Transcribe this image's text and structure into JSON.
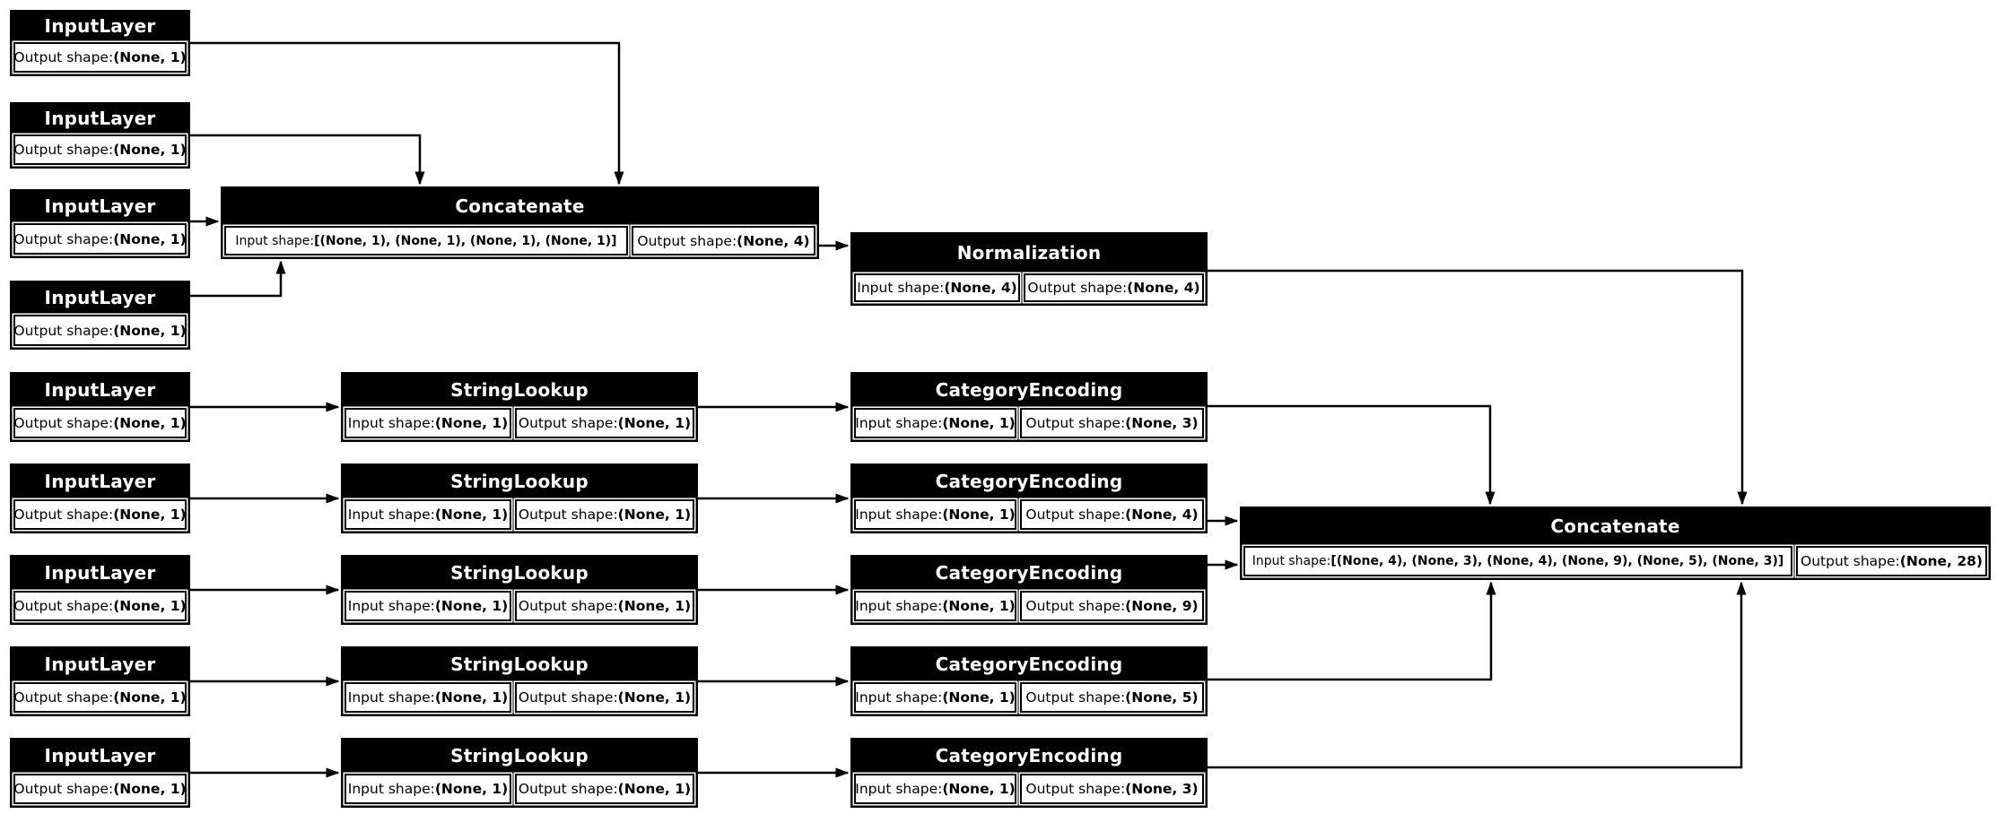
{
  "labels": {
    "input_prefix": "Input shape: ",
    "output_prefix": "Output shape: "
  },
  "diagram": {
    "nodes": [
      {
        "id": "input_1",
        "layer_type": "InputLayer",
        "output_shape": "(None, 1)"
      },
      {
        "id": "input_2",
        "layer_type": "InputLayer",
        "output_shape": "(None, 1)"
      },
      {
        "id": "input_3",
        "layer_type": "InputLayer",
        "output_shape": "(None, 1)"
      },
      {
        "id": "concatenate",
        "layer_type": "Concatenate",
        "input_shape": "[(None, 1), (None, 1), (None, 1), (None, 1)]",
        "output_shape": "(None, 4)"
      },
      {
        "id": "input_4",
        "layer_type": "InputLayer",
        "output_shape": "(None, 1)"
      },
      {
        "id": "normalization",
        "layer_type": "Normalization",
        "input_shape": "(None, 4)",
        "output_shape": "(None, 4)"
      },
      {
        "id": "input_5",
        "layer_type": "InputLayer",
        "output_shape": "(None, 1)"
      },
      {
        "id": "string_lookup_1",
        "layer_type": "StringLookup",
        "input_shape": "(None, 1)",
        "output_shape": "(None, 1)"
      },
      {
        "id": "category_encoding_1",
        "layer_type": "CategoryEncoding",
        "input_shape": "(None, 1)",
        "output_shape": "(None, 3)"
      },
      {
        "id": "input_6",
        "layer_type": "InputLayer",
        "output_shape": "(None, 1)"
      },
      {
        "id": "string_lookup_2",
        "layer_type": "StringLookup",
        "input_shape": "(None, 1)",
        "output_shape": "(None, 1)"
      },
      {
        "id": "category_encoding_2",
        "layer_type": "CategoryEncoding",
        "input_shape": "(None, 1)",
        "output_shape": "(None, 4)"
      },
      {
        "id": "input_7",
        "layer_type": "InputLayer",
        "output_shape": "(None, 1)"
      },
      {
        "id": "string_lookup_3",
        "layer_type": "StringLookup",
        "input_shape": "(None, 1)",
        "output_shape": "(None, 1)"
      },
      {
        "id": "category_encoding_3",
        "layer_type": "CategoryEncoding",
        "input_shape": "(None, 1)",
        "output_shape": "(None, 9)"
      },
      {
        "id": "input_8",
        "layer_type": "InputLayer",
        "output_shape": "(None, 1)"
      },
      {
        "id": "string_lookup_4",
        "layer_type": "StringLookup",
        "input_shape": "(None, 1)",
        "output_shape": "(None, 1)"
      },
      {
        "id": "category_encoding_4",
        "layer_type": "CategoryEncoding",
        "input_shape": "(None, 1)",
        "output_shape": "(None, 5)"
      },
      {
        "id": "input_9",
        "layer_type": "InputLayer",
        "output_shape": "(None, 1)"
      },
      {
        "id": "string_lookup_5",
        "layer_type": "StringLookup",
        "input_shape": "(None, 1)",
        "output_shape": "(None, 1)"
      },
      {
        "id": "category_encoding_5",
        "layer_type": "CategoryEncoding",
        "input_shape": "(None, 1)",
        "output_shape": "(None, 3)"
      },
      {
        "id": "concatenate_1",
        "layer_type": "Concatenate",
        "input_shape": "[(None, 4), (None, 3), (None, 4), (None, 9), (None, 5), (None, 3)]",
        "output_shape": "(None, 28)"
      }
    ],
    "edges": [
      {
        "from": "input_1",
        "to": "concatenate"
      },
      {
        "from": "input_2",
        "to": "concatenate"
      },
      {
        "from": "input_3",
        "to": "concatenate"
      },
      {
        "from": "input_4",
        "to": "concatenate"
      },
      {
        "from": "concatenate",
        "to": "normalization"
      },
      {
        "from": "normalization",
        "to": "concatenate_1"
      },
      {
        "from": "input_5",
        "to": "string_lookup_1"
      },
      {
        "from": "string_lookup_1",
        "to": "category_encoding_1"
      },
      {
        "from": "category_encoding_1",
        "to": "concatenate_1"
      },
      {
        "from": "input_6",
        "to": "string_lookup_2"
      },
      {
        "from": "string_lookup_2",
        "to": "category_encoding_2"
      },
      {
        "from": "category_encoding_2",
        "to": "concatenate_1"
      },
      {
        "from": "input_7",
        "to": "string_lookup_3"
      },
      {
        "from": "string_lookup_3",
        "to": "category_encoding_3"
      },
      {
        "from": "category_encoding_3",
        "to": "concatenate_1"
      },
      {
        "from": "input_8",
        "to": "string_lookup_4"
      },
      {
        "from": "string_lookup_4",
        "to": "category_encoding_4"
      },
      {
        "from": "category_encoding_4",
        "to": "concatenate_1"
      },
      {
        "from": "input_9",
        "to": "string_lookup_5"
      },
      {
        "from": "string_lookup_5",
        "to": "category_encoding_5"
      },
      {
        "from": "category_encoding_5",
        "to": "concatenate_1"
      }
    ]
  }
}
